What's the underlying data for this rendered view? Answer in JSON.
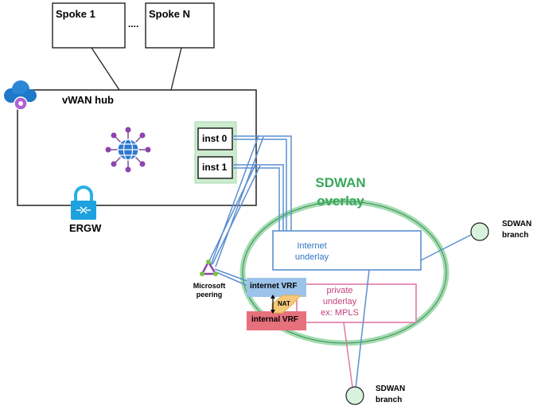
{
  "spokes": [
    "Spoke 1",
    "Spoke N"
  ],
  "spoke_ellipsis": "....",
  "hub": {
    "title": "vWAN hub",
    "instances": [
      "inst 0",
      "inst 1"
    ]
  },
  "ergw_label": "ERGW",
  "overlay": {
    "line1": "SDWAN",
    "line2": "overlay"
  },
  "internet_underlay": {
    "line1": "Internet",
    "line2": "underlay"
  },
  "private_underlay": {
    "line1": "private",
    "line2": "underlay",
    "line3": "ex: MPLS"
  },
  "vrf": {
    "internet": "internet VRF",
    "internal": "internal VRF",
    "nat": "NAT"
  },
  "microsoft_peering": {
    "line1": "Microsoft",
    "line2": "peering"
  },
  "branches": [
    {
      "line1": "SDWAN",
      "line2": "branch"
    },
    {
      "line1": "SDWAN",
      "line2": "branch"
    }
  ],
  "colors": {
    "overlay_green": "#3aa75d",
    "underlay_blue": "#5b8fd0",
    "private_pink": "#e07aa6",
    "internet_vrf": "#9cc3e9",
    "internal_vrf": "#e6707c",
    "nat": "#f6c97a"
  }
}
